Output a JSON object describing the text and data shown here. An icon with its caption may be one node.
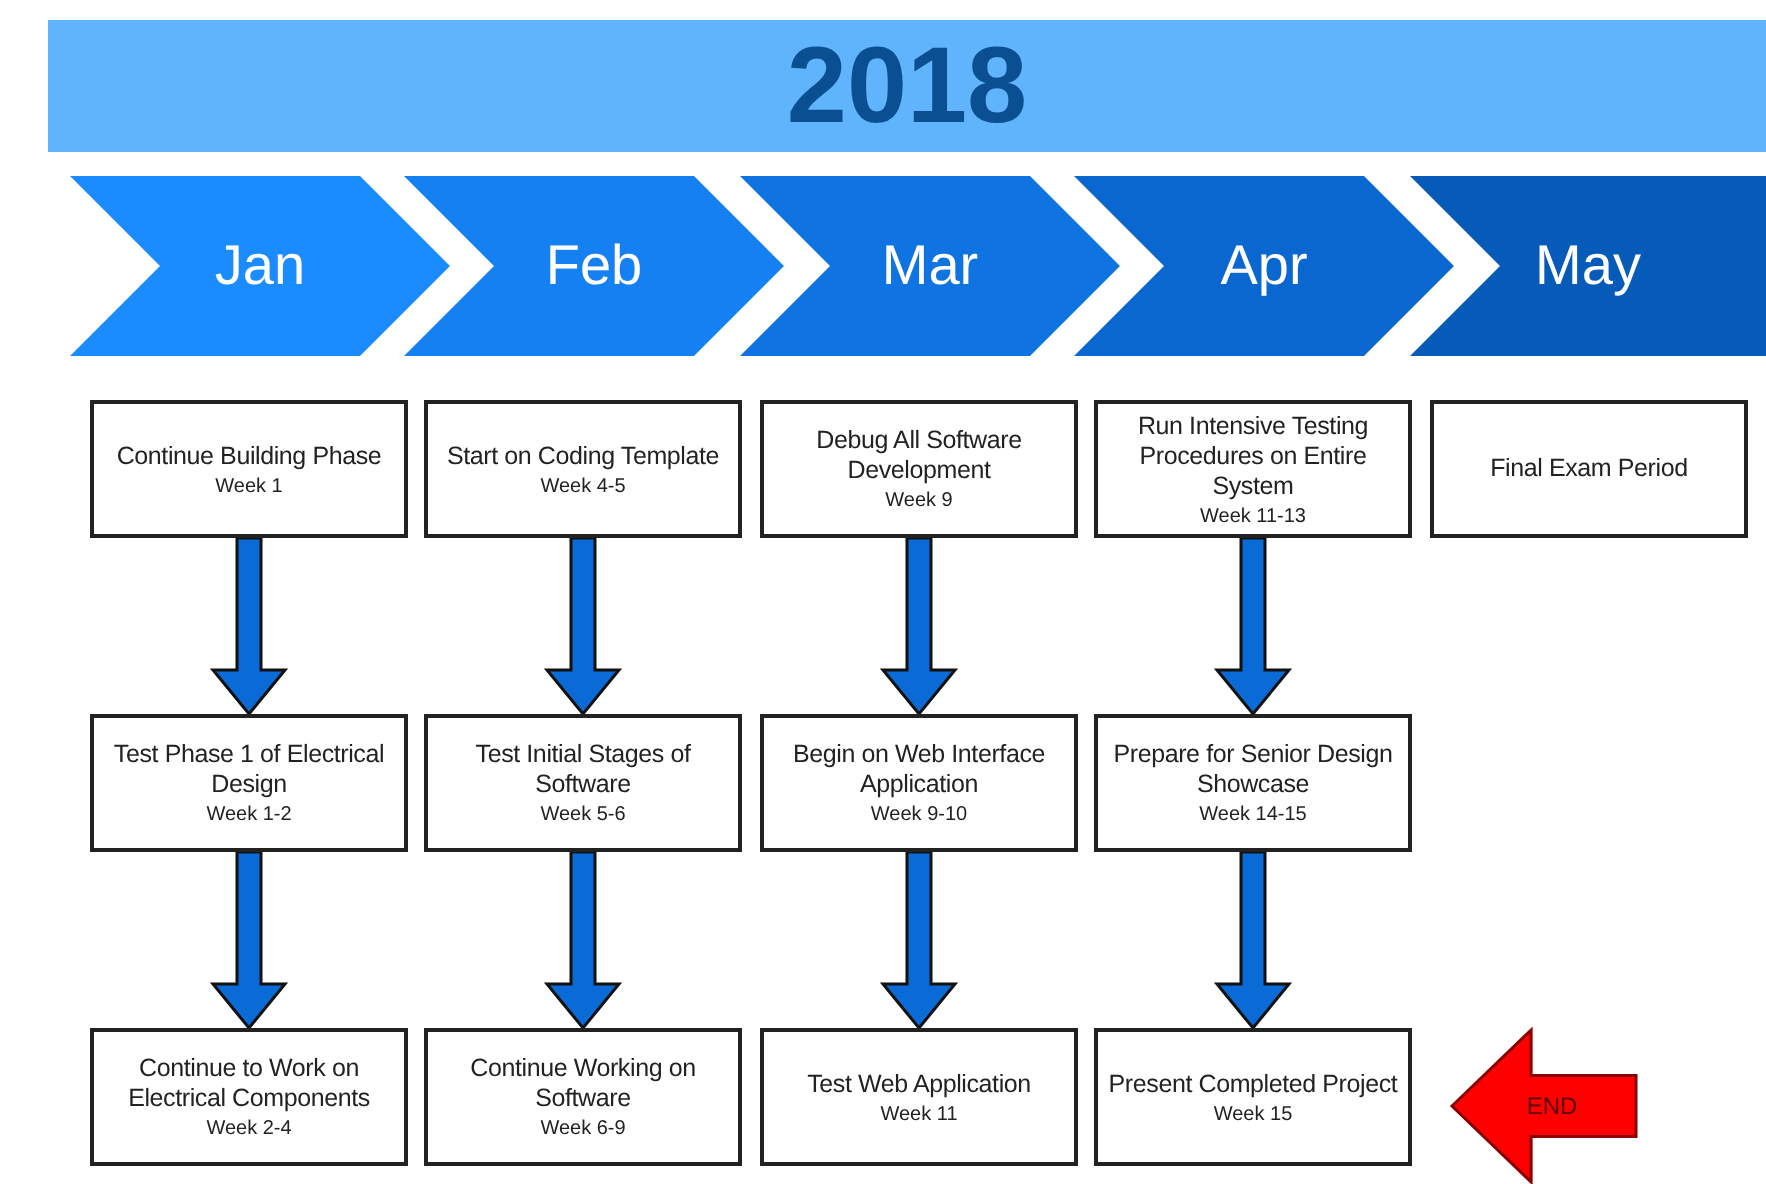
{
  "diagram": {
    "title": "2018",
    "nodes": [
      {
        "text": [
          "Jan"
        ]
      },
      {
        "text": [
          "Feb"
        ]
      },
      {
        "text": [
          "Mar"
        ]
      },
      {
        "text": [
          "Apr"
        ]
      },
      {
        "text": [
          "May"
        ]
      },
      {
        "text": [
          "Continue Building Phase",
          "Week 1"
        ]
      },
      {
        "text": [
          "Start on Coding Template",
          "Week 4-5"
        ]
      },
      {
        "text": [
          "Debug All Software Development",
          "Week 9"
        ]
      },
      {
        "text": [
          "Run Intensive Testing Procedures on Entire System",
          "Week 11-13"
        ]
      },
      {
        "text": [
          "Final Exam Period"
        ]
      },
      {
        "text": [
          "Test Phase 1 of Electrical Design",
          "Week 1-2"
        ]
      },
      {
        "text": [
          "Test Initial Stages of Software",
          "Week 5-6"
        ]
      },
      {
        "text": [
          "Begin on Web Interface Application",
          "Week 9-10"
        ]
      },
      {
        "text": [
          "Prepare for Senior Design Showcase",
          "Week 14-15"
        ]
      },
      {
        "text": [
          "Continue to Work on Electrical Components",
          "Week 2-4"
        ]
      },
      {
        "text": [
          "Continue Working on Software",
          "Week 6-9"
        ]
      },
      {
        "text": [
          "Test Web Application",
          "Week 11"
        ]
      },
      {
        "text": [
          "Present Completed Project",
          "Week 15"
        ]
      },
      {
        "text": [
          "END"
        ]
      }
    ],
    "edges": [
      {
        "from": 5,
        "to": 10,
        "arrow": "to"
      },
      {
        "from": 10,
        "to": 14,
        "arrow": "to"
      },
      {
        "from": 6,
        "to": 11,
        "arrow": "to"
      },
      {
        "from": 11,
        "to": 15,
        "arrow": "to"
      },
      {
        "from": 7,
        "to": 12,
        "arrow": "to"
      },
      {
        "from": 12,
        "to": 16,
        "arrow": "to"
      },
      {
        "from": 8,
        "to": 13,
        "arrow": "to"
      },
      {
        "from": 13,
        "to": 17,
        "arrow": "to"
      }
    ]
  }
}
